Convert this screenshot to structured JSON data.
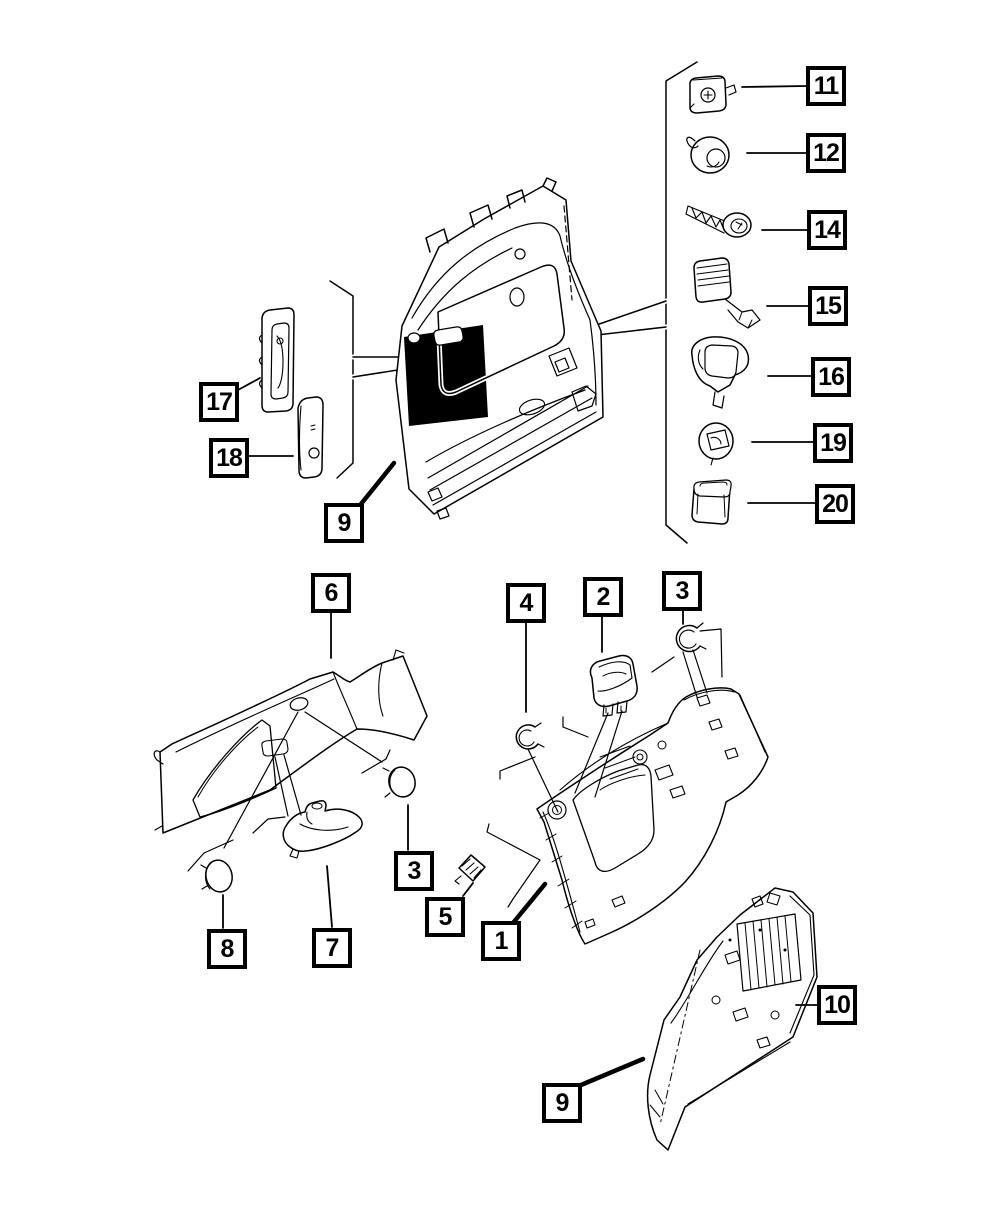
{
  "colors": {
    "background": "#ffffff",
    "line": "#000000"
  },
  "callouts": {
    "c1": {
      "label": "1"
    },
    "c2": {
      "label": "2"
    },
    "c3a": {
      "label": "3"
    },
    "c3b": {
      "label": "3"
    },
    "c4": {
      "label": "4"
    },
    "c5": {
      "label": "5"
    },
    "c6": {
      "label": "6"
    },
    "c7": {
      "label": "7"
    },
    "c8": {
      "label": "8"
    },
    "c9a": {
      "label": "9"
    },
    "c9b": {
      "label": "9"
    },
    "c10": {
      "label": "10"
    },
    "c11": {
      "label": "11"
    },
    "c12": {
      "label": "12"
    },
    "c14": {
      "label": "14"
    },
    "c15": {
      "label": "15"
    },
    "c16": {
      "label": "16"
    },
    "c17": {
      "label": "17"
    },
    "c18": {
      "label": "18"
    },
    "c19": {
      "label": "19"
    },
    "c20": {
      "label": "20"
    }
  }
}
